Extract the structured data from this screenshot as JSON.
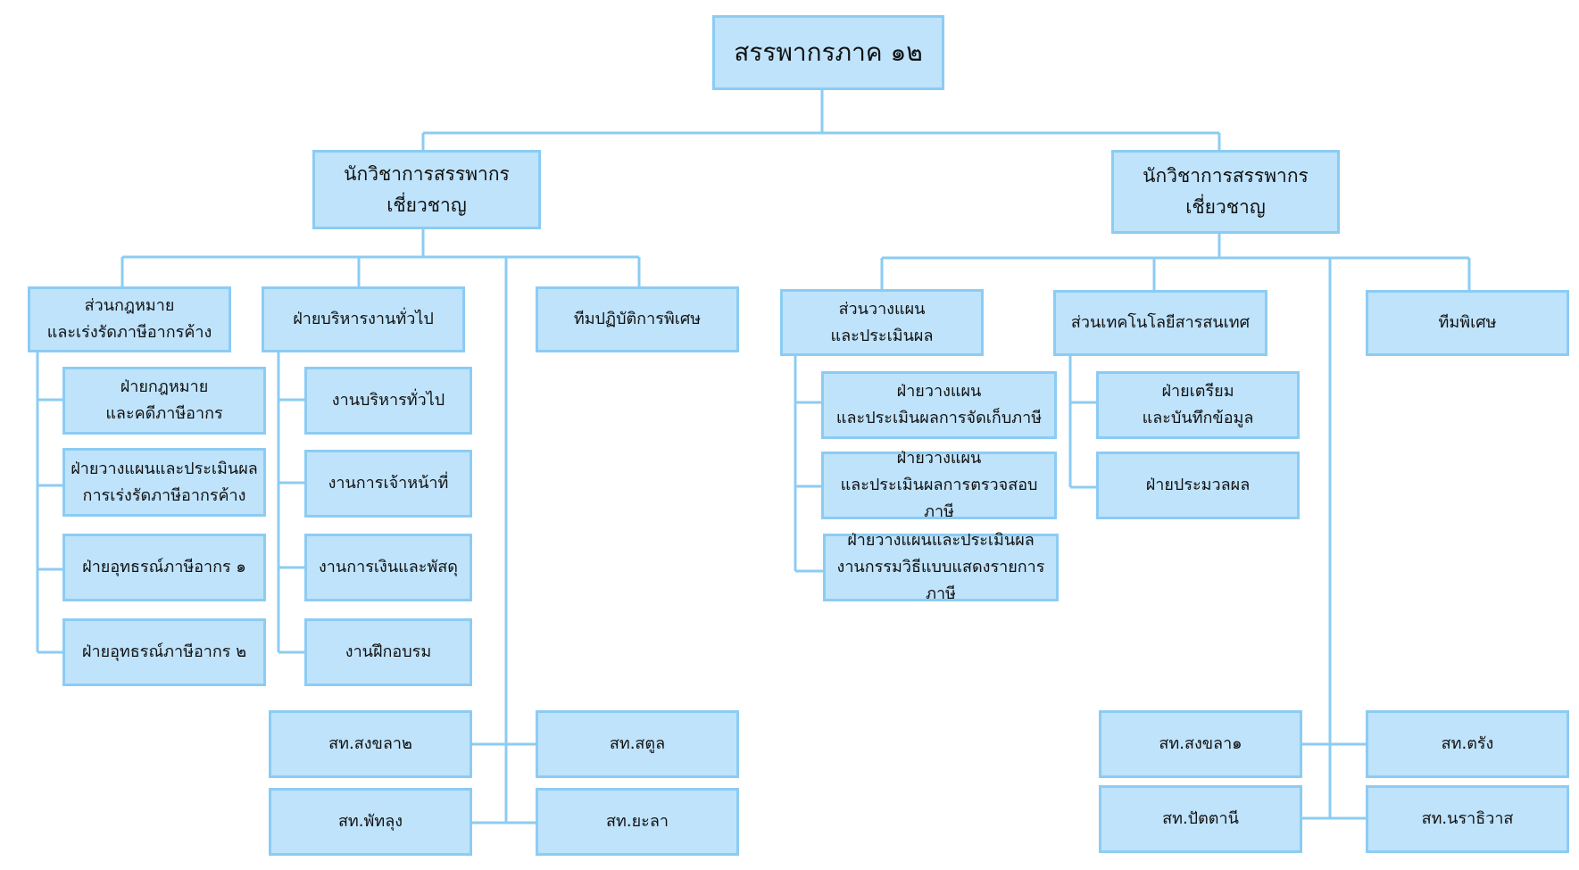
{
  "colors": {
    "box_fill": "#bfe3fb",
    "box_border": "#8cccf3",
    "connector": "#8cccf3",
    "text": "#111111"
  },
  "nodes": {
    "root": "สรรพากรภาค ๑๒",
    "expert_left": "นักวิชาการสรรพากร\nเชี่ยวชาญ",
    "expert_right": "นักวิชาการสรรพากร\nเชี่ยวชาญ",
    "legal": "ส่วนกฎหมาย\nและเร่งรัดภาษีอากรค้าง",
    "legal_1": "ฝ่ายกฎหมาย\nและคดีภาษีอากร",
    "legal_2": "ฝ่ายวางแผนและประเมินผล\nการเร่งรัดภาษีอากรค้าง",
    "legal_3": "ฝ่ายอุทธรณ์ภาษีอากร ๑",
    "legal_4": "ฝ่ายอุทธรณ์ภาษีอากร ๒",
    "admin": "ฝ่ายบริหารงานทั่วไป",
    "admin_1": "งานบริหารทั่วไป",
    "admin_2": "งานการเจ้าหน้าที่",
    "admin_3": "งานการเงินและพัสดุ",
    "admin_4": "งานฝึกอบรม",
    "special_ops": "ทีมปฏิบัติการพิเศษ",
    "songkhla2": "สท.สงขลา๒",
    "satun": "สท.สตูล",
    "phatthalung": "สท.พัทลุง",
    "yala": "สท.ยะลา",
    "planning": "ส่วนวางแผน\nและประเมินผล",
    "plan_1": "ฝ่ายวางแผน\nและประเมินผลการจัดเก็บภาษี",
    "plan_2": "ฝ่ายวางแผน\nและประเมินผลการตรวจสอบภาษี",
    "plan_3": "ฝ่ายวางแผนและประเมินผล\nงานกรรมวิธีแบบแสดงรายการภาษี",
    "it": "ส่วนเทคโนโลยีสารสนเทศ",
    "it_1": "ฝ่ายเตรียม\nและบันทึกข้อมูล",
    "it_2": "ฝ่ายประมวลผล",
    "special_team": "ทีมพิเศษ",
    "songkhla1": "สท.สงขลา๑",
    "trang": "สท.ตรัง",
    "pattani": "สท.ปัตตานี",
    "narathiwat": "สท.นราธิวาส"
  }
}
